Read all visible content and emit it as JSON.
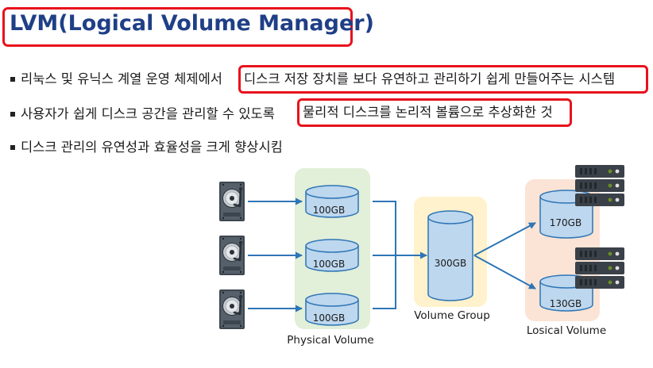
{
  "title": "LVM(Logical Volume Manager)",
  "bullets": [
    {
      "before": "리눅스 및 유닉스 계열 운영 체제에서",
      "highlight": "디스크 저장 장치를 보다 유연하고 관리하기 쉽게 만들어주는 시스템"
    },
    {
      "before": "사용자가 쉽게 디스크 공간을 관리할 수 있도록",
      "highlight": "물리적 디스크를 논리적 볼륨으로 추상화한 것"
    },
    {
      "before": "디스크 관리의 유연성과 효율성을 크게 향상시킴",
      "highlight": ""
    }
  ],
  "diagram": {
    "physical_volumes": [
      "100GB",
      "100GB",
      "100GB"
    ],
    "physical_label": "Physical Volume",
    "volume_group": "300GB",
    "volume_group_label": "Volume Group",
    "logical_volumes": [
      "170GB",
      "130GB"
    ],
    "logical_label": "Losical Volume",
    "colors": {
      "pv_bg": "#e2efd9",
      "vg_bg": "#fff2cc",
      "lv_bg": "#fbe4d5",
      "cylinder_fill": "#bdd7ee",
      "cylinder_stroke": "#2e75b6",
      "arrow": "#2e75b6",
      "highlight_border": "#e8121d",
      "title": "#1f3f86"
    }
  }
}
